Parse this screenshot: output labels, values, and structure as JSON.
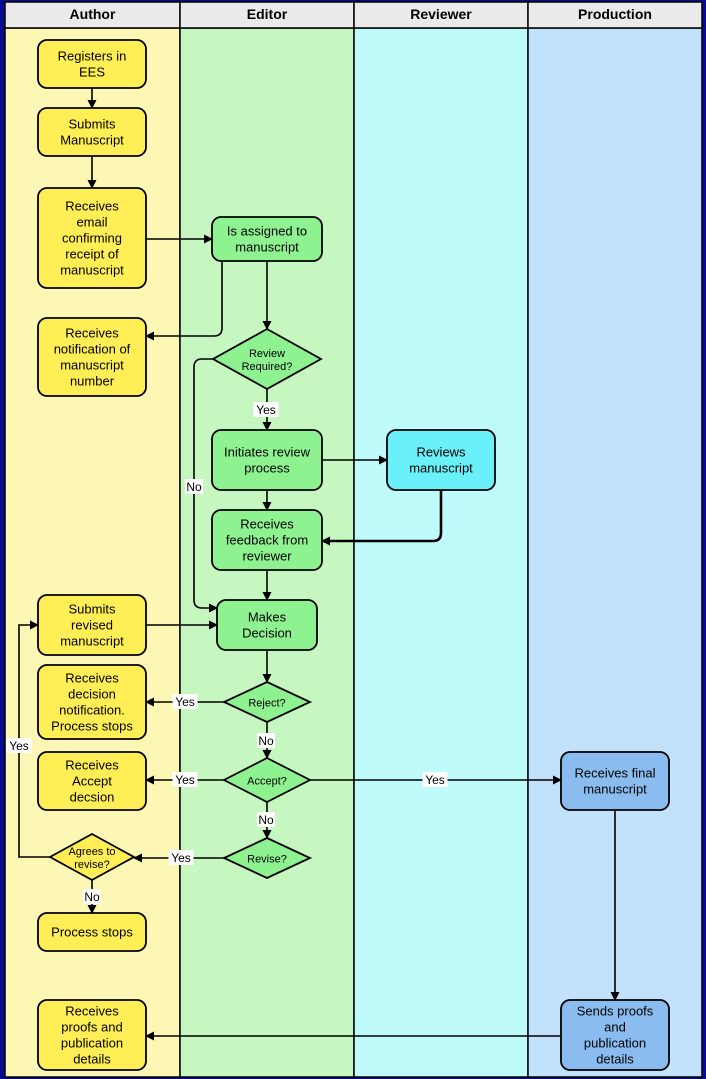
{
  "lanes": [
    {
      "id": "author",
      "title": "Author",
      "color": "#fdf7b6"
    },
    {
      "id": "editor",
      "title": "Editor",
      "color": "#c6f7c0"
    },
    {
      "id": "reviewer",
      "title": "Reviewer",
      "color": "#c0fbfb"
    },
    {
      "id": "production",
      "title": "Production",
      "color": "#c2e2fb"
    }
  ],
  "header_color": "#eaeaea",
  "colors": {
    "author_node": "#ffee55",
    "editor_node": "#8ef290",
    "reviewer_node": "#6af0f8",
    "production_node": "#8abcf0",
    "decision_editor": "#8ef290",
    "decision_author": "#ffee55"
  },
  "nodes": [
    {
      "id": "registers",
      "lane": "author",
      "type": "process",
      "lines": [
        "Registers in",
        "EES"
      ]
    },
    {
      "id": "submits",
      "lane": "author",
      "type": "process",
      "lines": [
        "Submits",
        "Manuscript"
      ]
    },
    {
      "id": "receives_email",
      "lane": "author",
      "type": "process",
      "lines": [
        "Receives",
        "email",
        "confirming",
        "receipt of",
        "manuscript"
      ]
    },
    {
      "id": "receives_notification",
      "lane": "author",
      "type": "process",
      "lines": [
        "Receives",
        "notification of",
        "manuscript",
        "number"
      ]
    },
    {
      "id": "submits_revised",
      "lane": "author",
      "type": "process",
      "lines": [
        "Submits",
        "revised",
        "manuscript"
      ]
    },
    {
      "id": "receives_decision",
      "lane": "author",
      "type": "process",
      "lines": [
        "Receives",
        "decision",
        "notification.",
        "Process stops"
      ]
    },
    {
      "id": "receives_accept",
      "lane": "author",
      "type": "process",
      "lines": [
        "Receives",
        "Accept",
        "decsion"
      ]
    },
    {
      "id": "agrees_revise",
      "lane": "author",
      "type": "decision",
      "lines": [
        "Agrees to",
        "revise?"
      ]
    },
    {
      "id": "process_stops",
      "lane": "author",
      "type": "process",
      "lines": [
        "Process stops"
      ]
    },
    {
      "id": "receives_proofs",
      "lane": "author",
      "type": "process",
      "lines": [
        "Receives",
        "proofs and",
        "publication",
        "details"
      ]
    },
    {
      "id": "assigned",
      "lane": "editor",
      "type": "process",
      "lines": [
        "Is assigned to",
        "manuscript"
      ]
    },
    {
      "id": "review_required",
      "lane": "editor",
      "type": "decision",
      "lines": [
        "Review",
        "Required?"
      ]
    },
    {
      "id": "initiates_review",
      "lane": "editor",
      "type": "process",
      "lines": [
        "Initiates review",
        "process"
      ]
    },
    {
      "id": "receives_feedback",
      "lane": "editor",
      "type": "process",
      "lines": [
        "Receives",
        "feedback from",
        "reviewer"
      ]
    },
    {
      "id": "makes_decision",
      "lane": "editor",
      "type": "process",
      "lines": [
        "Makes",
        "Decision"
      ]
    },
    {
      "id": "reject",
      "lane": "editor",
      "type": "decision",
      "lines": [
        "Reject?"
      ]
    },
    {
      "id": "accept",
      "lane": "editor",
      "type": "decision",
      "lines": [
        "Accept?"
      ]
    },
    {
      "id": "revise",
      "lane": "editor",
      "type": "decision",
      "lines": [
        "Revise?"
      ]
    },
    {
      "id": "reviews_manuscript",
      "lane": "reviewer",
      "type": "process",
      "lines": [
        "Reviews",
        "manuscript"
      ]
    },
    {
      "id": "receives_final",
      "lane": "production",
      "type": "process",
      "lines": [
        "Receives final",
        "manuscript"
      ]
    },
    {
      "id": "sends_proofs",
      "lane": "production",
      "type": "process",
      "lines": [
        "Sends proofs",
        "and",
        "publication",
        "details"
      ]
    }
  ],
  "edges": [
    {
      "from": "registers",
      "to": "submits",
      "label": ""
    },
    {
      "from": "submits",
      "to": "receives_email",
      "label": ""
    },
    {
      "from": "receives_email",
      "to": "assigned",
      "label": ""
    },
    {
      "from": "assigned",
      "to": "receives_notification",
      "label": ""
    },
    {
      "from": "assigned",
      "to": "review_required",
      "label": ""
    },
    {
      "from": "review_required",
      "to": "initiates_review",
      "label": "Yes"
    },
    {
      "from": "review_required",
      "to": "makes_decision",
      "label": "No"
    },
    {
      "from": "initiates_review",
      "to": "reviews_manuscript",
      "label": ""
    },
    {
      "from": "initiates_review",
      "to": "receives_feedback",
      "label": ""
    },
    {
      "from": "reviews_manuscript",
      "to": "receives_feedback",
      "label": ""
    },
    {
      "from": "receives_feedback",
      "to": "makes_decision",
      "label": ""
    },
    {
      "from": "submits_revised",
      "to": "makes_decision",
      "label": ""
    },
    {
      "from": "makes_decision",
      "to": "reject",
      "label": ""
    },
    {
      "from": "reject",
      "to": "receives_decision",
      "label": "Yes"
    },
    {
      "from": "reject",
      "to": "accept",
      "label": "No"
    },
    {
      "from": "accept",
      "to": "receives_accept",
      "label": "Yes"
    },
    {
      "from": "accept",
      "to": "receives_final",
      "label": "Yes"
    },
    {
      "from": "accept",
      "to": "revise",
      "label": "No"
    },
    {
      "from": "revise",
      "to": "agrees_revise",
      "label": "Yes"
    },
    {
      "from": "agrees_revise",
      "to": "submits_revised",
      "label": "Yes"
    },
    {
      "from": "agrees_revise",
      "to": "process_stops",
      "label": "No"
    },
    {
      "from": "receives_final",
      "to": "sends_proofs",
      "label": ""
    },
    {
      "from": "sends_proofs",
      "to": "receives_proofs",
      "label": ""
    }
  ]
}
